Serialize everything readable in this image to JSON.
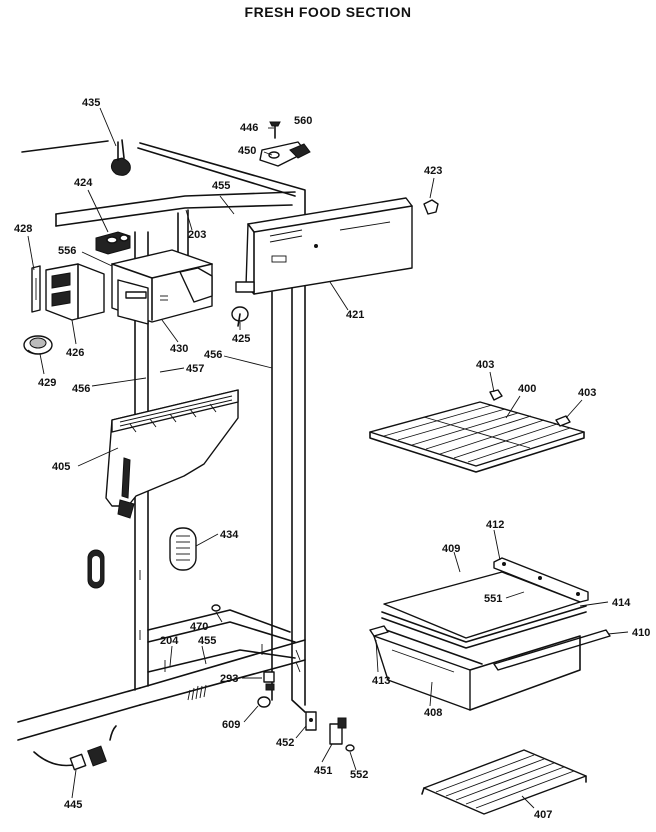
{
  "title": "FRESH FOOD SECTION",
  "labels": {
    "l435": "435",
    "l446": "446",
    "l560": "560",
    "l450": "450",
    "l424": "424",
    "l455a": "455",
    "l203": "203",
    "l423": "423",
    "l428": "428",
    "l556": "556",
    "l421": "421",
    "l425": "425",
    "l430": "430",
    "l426": "426",
    "l429": "429",
    "l456a": "456",
    "l457": "457",
    "l456b": "456",
    "l403a": "403",
    "l400": "400",
    "l403b": "403",
    "l405": "405",
    "l434": "434",
    "l412": "412",
    "l409": "409",
    "l551": "551",
    "l414": "414",
    "l470": "470",
    "l410": "410",
    "l204": "204",
    "l455b": "455",
    "l413": "413",
    "l293": "293",
    "l408": "408",
    "l609": "609",
    "l452": "452",
    "l451": "451",
    "l552": "552",
    "l445": "445",
    "l407": "407"
  }
}
